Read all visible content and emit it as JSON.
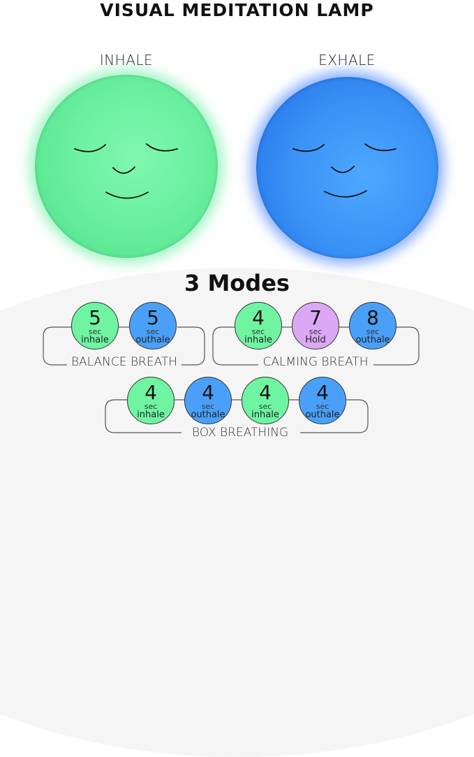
{
  "header": {
    "title": "VISUAL MEDITATION LAMP"
  },
  "lamps": [
    {
      "label": "INHALE",
      "color": "#6bf0a0"
    },
    {
      "label": "EXHALE",
      "color": "#3a92f5"
    }
  ],
  "modes_section": {
    "title": "3 Modes",
    "modes": [
      {
        "name": "BALANCE BREATH",
        "steps": [
          {
            "seconds": "5",
            "unit": "sec",
            "action": "inhale",
            "color": "#6ff5a2"
          },
          {
            "seconds": "5",
            "unit": "sec",
            "action": "outhale",
            "color": "#4aa0f8"
          }
        ]
      },
      {
        "name": "CALMING BREATH",
        "steps": [
          {
            "seconds": "4",
            "unit": "sec",
            "action": "inhale",
            "color": "#6ff5a2"
          },
          {
            "seconds": "7",
            "unit": "sec",
            "action": "Hold",
            "color": "#dca8f5"
          },
          {
            "seconds": "8",
            "unit": "sec",
            "action": "outhale",
            "color": "#4aa0f8"
          }
        ]
      },
      {
        "name": "BOX BREATHING",
        "steps": [
          {
            "seconds": "4",
            "unit": "sec",
            "action": "inhale",
            "color": "#6ff5a2"
          },
          {
            "seconds": "4",
            "unit": "sec",
            "action": "outhale",
            "color": "#4aa0f8"
          },
          {
            "seconds": "4",
            "unit": "sec",
            "action": "inhale",
            "color": "#6ff5a2"
          },
          {
            "seconds": "4",
            "unit": "sec",
            "action": "outhale",
            "color": "#4aa0f8"
          }
        ]
      }
    ]
  }
}
